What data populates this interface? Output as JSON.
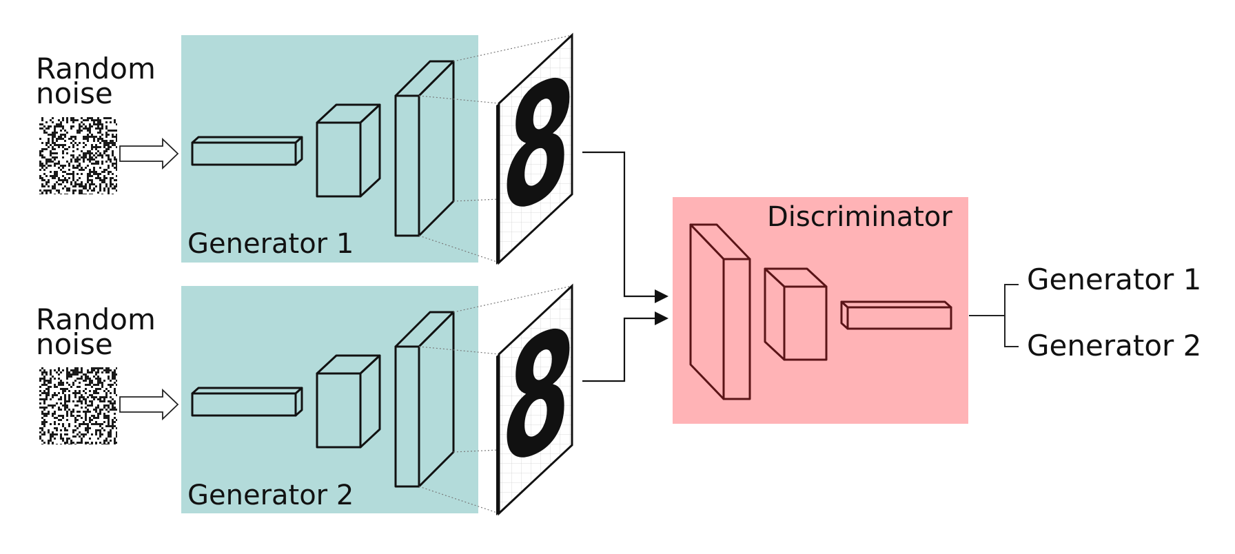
{
  "diagram": {
    "colors": {
      "generator_panel": "#b3dbda",
      "discriminator_panel": "#ffb3b6",
      "stroke": "#111111",
      "disc_stroke": "#5a1417",
      "noise_dark": "#1a1a1a"
    },
    "noise_label_line1": "Random",
    "noise_label_line2": "noise",
    "generators": [
      {
        "label": "Generator 1",
        "digit": "8"
      },
      {
        "label": "Generator 2",
        "digit": "8"
      }
    ],
    "discriminator": {
      "label": "Discriminator"
    },
    "outputs": [
      "Generator 1",
      "Generator 2"
    ],
    "icons": [
      "noise-image",
      "hollow-arrow-icon",
      "arrowhead-icon"
    ]
  }
}
